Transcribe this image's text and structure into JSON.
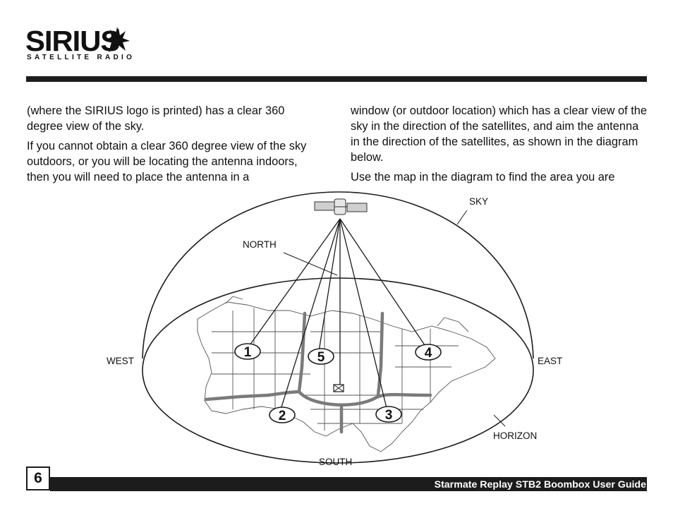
{
  "header": {
    "logo_word": "SIRIUS",
    "logo_sub": "SATELLITE RADIO"
  },
  "body_text": {
    "left_p1": "(where the SIRIUS logo is printed) has a clear 360 degree view of the sky.",
    "left_p2": "If you cannot obtain a clear 360 degree view of the sky outdoors, or you will be locating the antenna indoors, then you will need to place the antenna in a",
    "right_p1": "window (or outdoor location) which has a clear view of the sky in the direction of the satellites, and aim the antenna in the direction of the satellites, as shown in the diagram below.",
    "right_p2": "Use the map in the diagram to find the area you are"
  },
  "diagram": {
    "label_sky": "SKY",
    "label_north": "NORTH",
    "label_west": "WEST",
    "label_east": "EAST",
    "label_horizon": "HORIZON",
    "label_south": "SOUTH",
    "zone_1": "1",
    "zone_2": "2",
    "zone_3": "3",
    "zone_4": "4",
    "zone_5": "5"
  },
  "footer": {
    "page_number": "6",
    "guide_title": "Starmate Replay STB2 Boombox User Guide"
  },
  "colors": {
    "ink": "#1c1c1c",
    "zone_line": "#7a7a7a"
  }
}
